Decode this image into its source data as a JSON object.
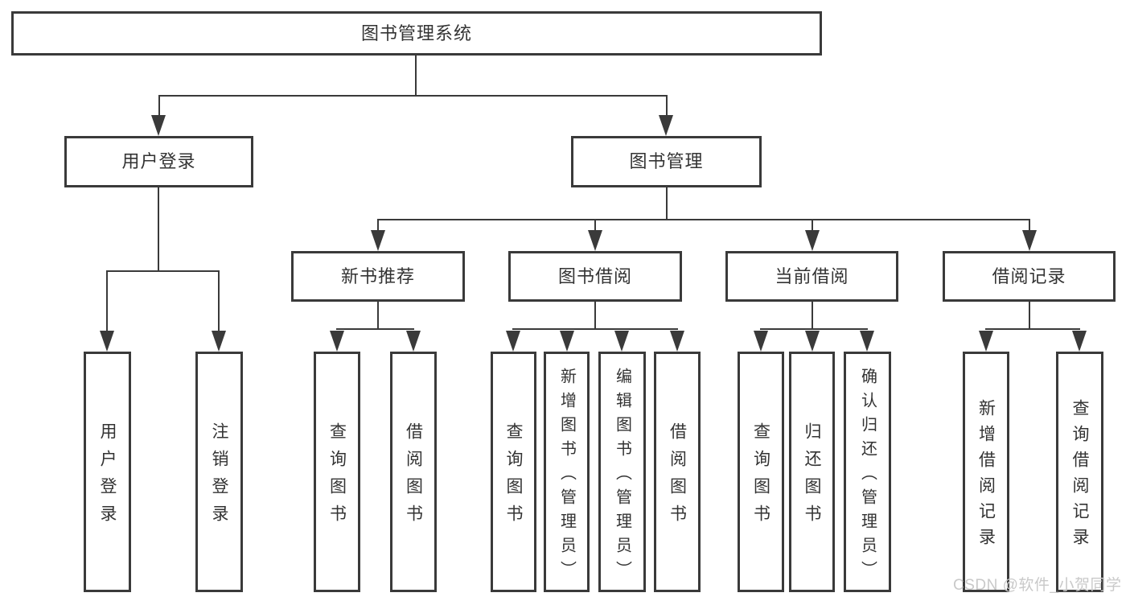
{
  "diagram": {
    "root": "图书管理系统",
    "level2": [
      {
        "label": "用户登录",
        "children": [
          "用户登录",
          "注销登录"
        ]
      },
      {
        "label": "图书管理"
      }
    ],
    "level3": [
      {
        "label": "新书推荐",
        "children": [
          "查询图书",
          "借阅图书"
        ]
      },
      {
        "label": "图书借阅",
        "children": [
          "查询图书",
          "新增图书（管理员）",
          "编辑图书（管理员）",
          "借阅图书"
        ]
      },
      {
        "label": "当前借阅",
        "children": [
          "查询图书",
          "归还图书",
          "确认归还（管理员）"
        ]
      },
      {
        "label": "借阅记录",
        "children": [
          "新增借阅记录",
          "查询借阅记录"
        ]
      }
    ],
    "watermark": "CSDN @软件_小贺同学",
    "colors": {
      "line": "#3a3a3a",
      "text": "#333333",
      "watermark": "#c9c9c9",
      "background": "#ffffff"
    }
  }
}
